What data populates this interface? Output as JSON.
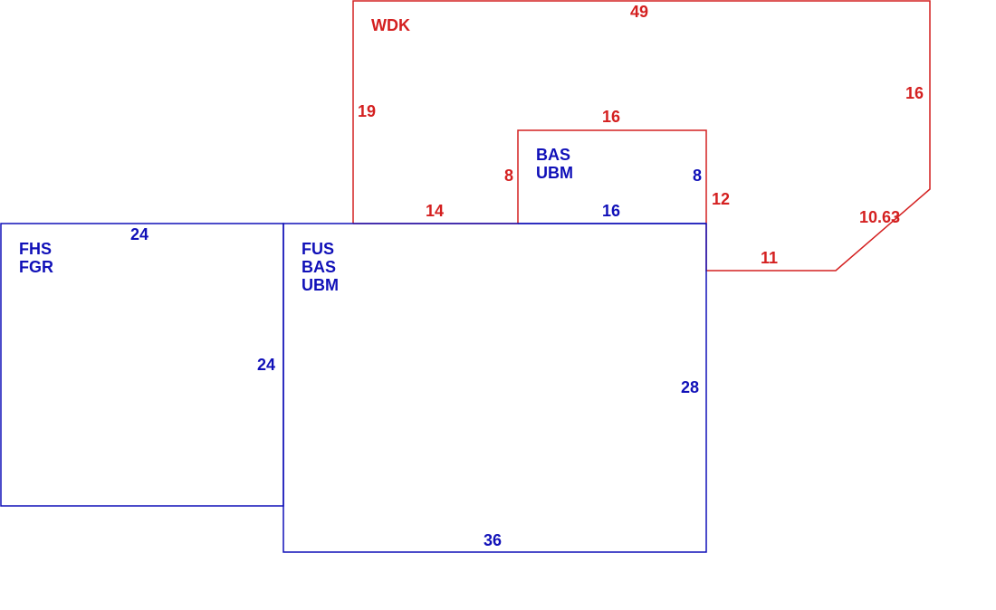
{
  "colors": {
    "deck": "#d42020",
    "structure": "#1010b8"
  },
  "areas": {
    "wdk": {
      "code": "WDK"
    },
    "bas_top": {
      "line1": "BAS",
      "line2": "UBM"
    },
    "garage": {
      "line1": "FHS",
      "line2": "FGR"
    },
    "main": {
      "line1": "FUS",
      "line2": "BAS",
      "line3": "UBM"
    }
  },
  "dimensions": {
    "wdk_top": "49",
    "wdk_left": "19",
    "wdk_right": "16",
    "wdk_notch_top": "16",
    "wdk_notch_left": "8",
    "wdk_bottom_left": "14",
    "wdk_right_drop": "12",
    "wdk_diagonal": "10.63",
    "wdk_bottom_right": "11",
    "bas_right": "8",
    "bas_bottom": "16",
    "garage_top": "24",
    "garage_right": "24",
    "main_right": "28",
    "main_bottom": "36"
  }
}
